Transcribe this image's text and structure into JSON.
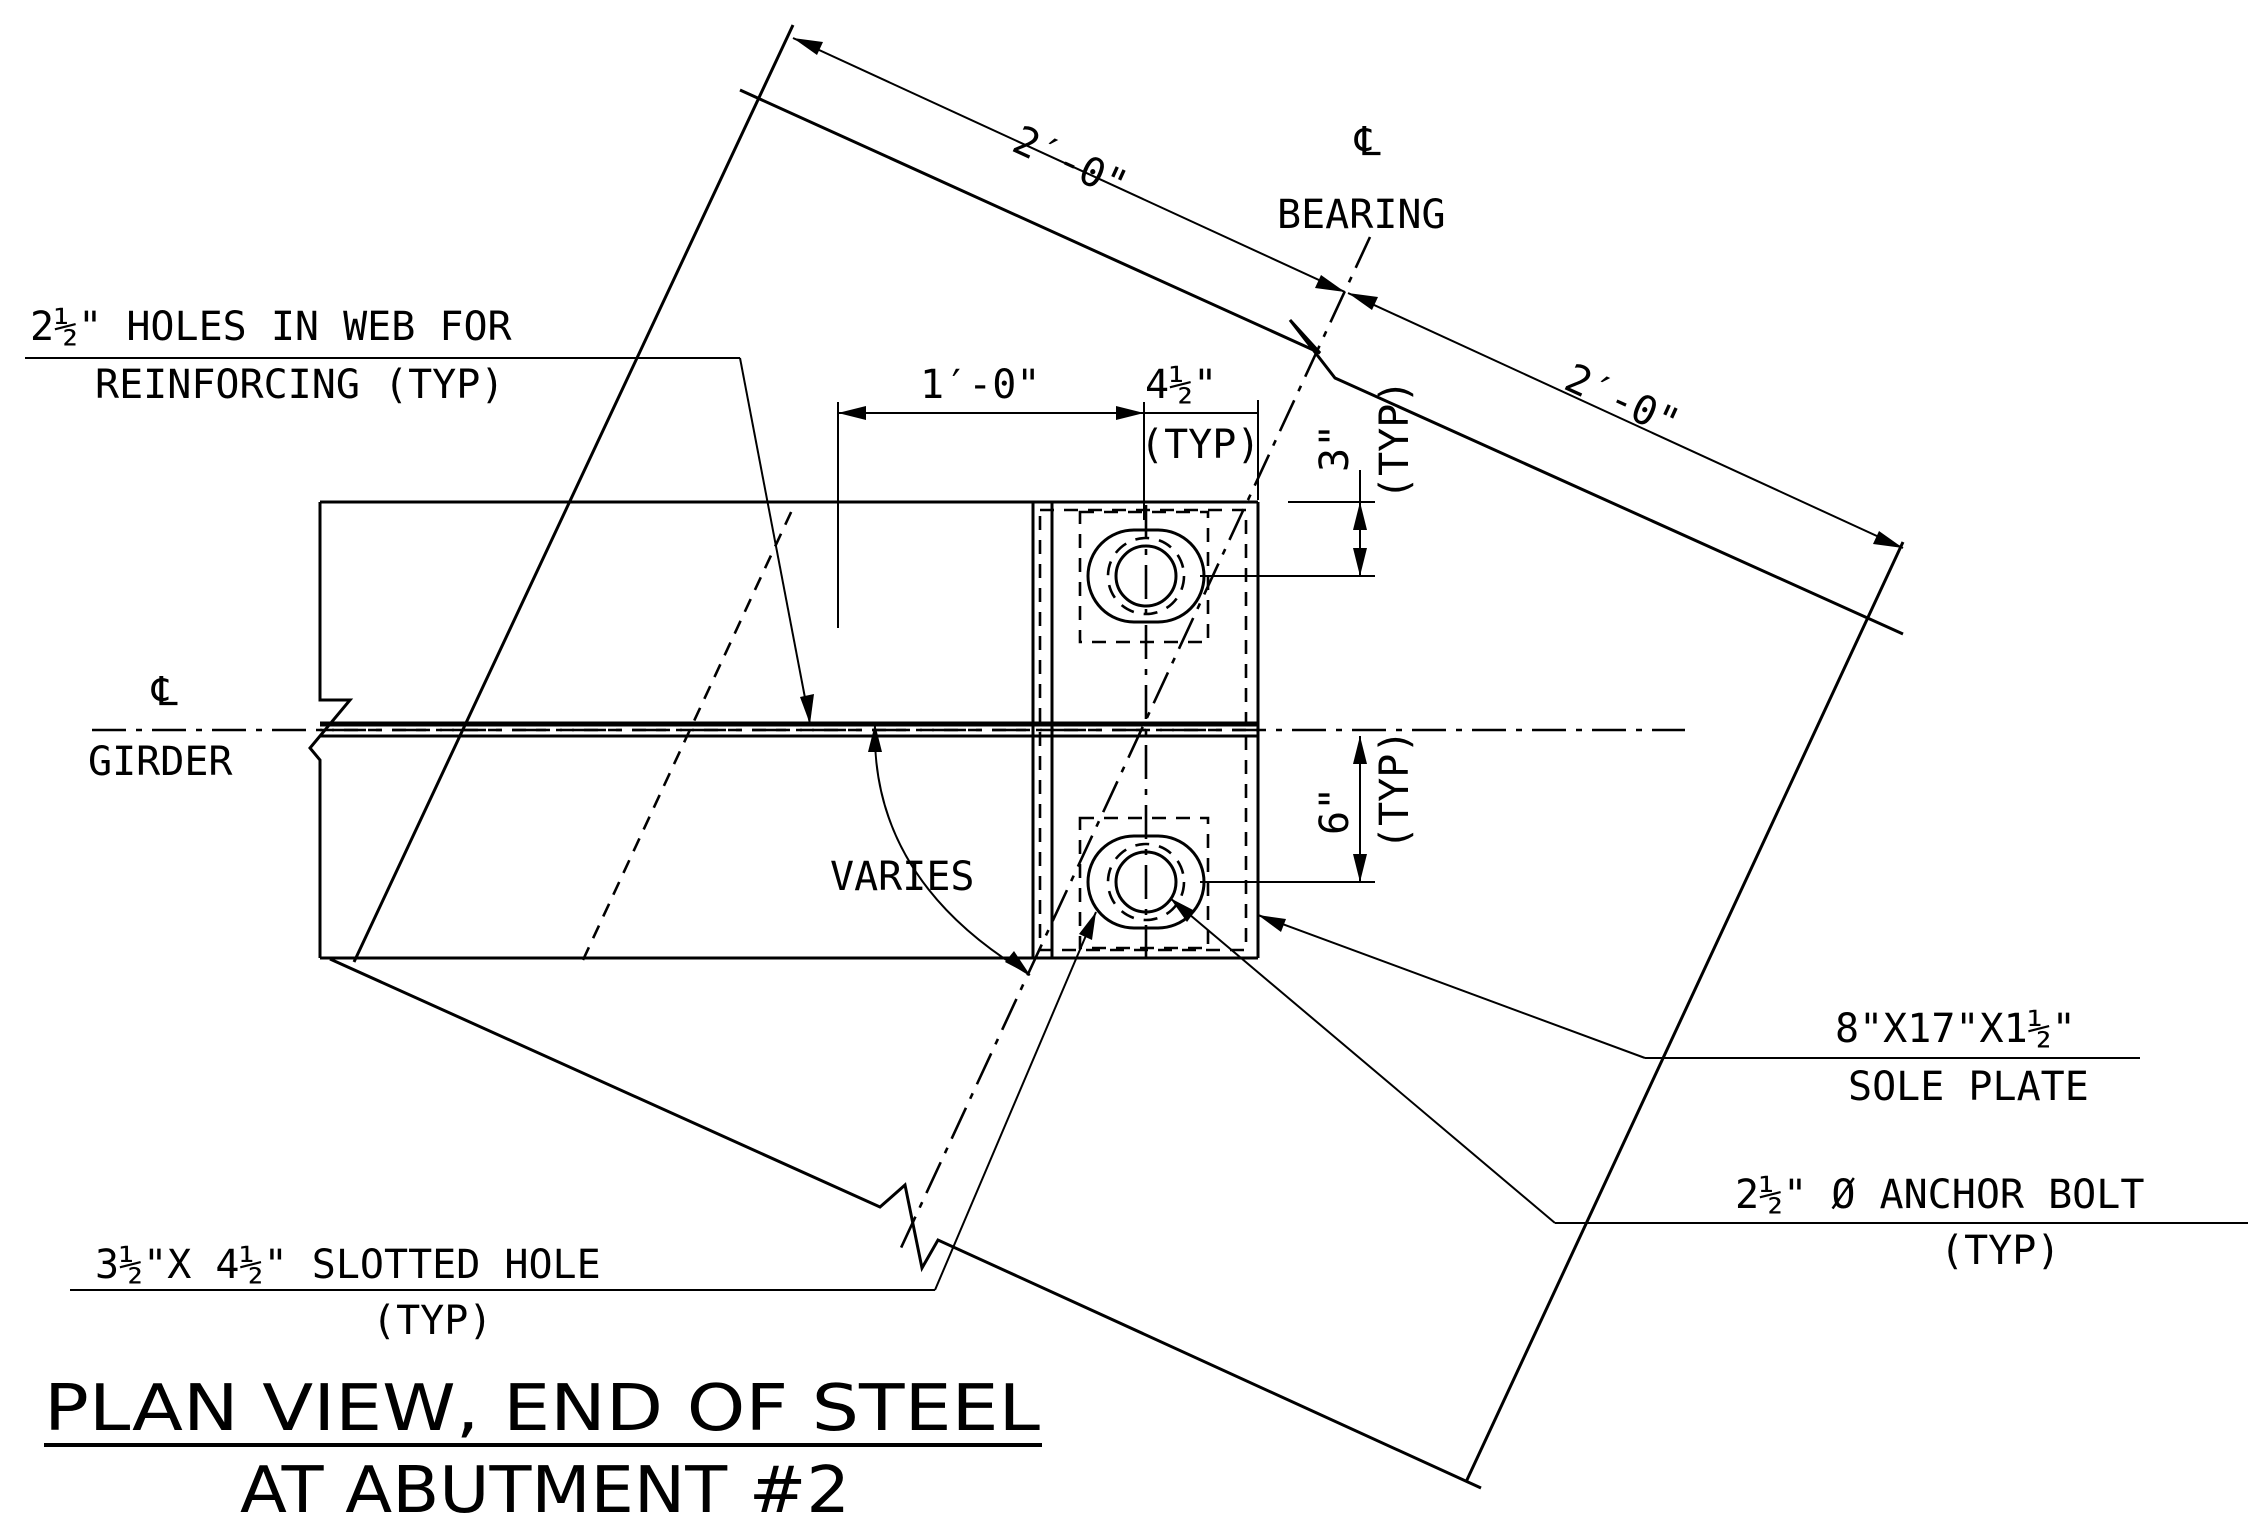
{
  "dimensions": {
    "slab_top_width": "2′-0\"",
    "slab_bottom_width": "2′-0\"",
    "bolt_to_cl_bearing": "1′-0\"",
    "bolt_offset": "4½\"",
    "bolt_offset_typ": "(TYP)",
    "top_edge": "3\"",
    "top_edge_typ": "(TYP)",
    "web_offset": "6\"",
    "web_offset_typ": "(TYP)"
  },
  "labels": {
    "cl_symbol_bearing": "℄",
    "cl_bearing": "BEARING",
    "cl_symbol_girder": "℄",
    "cl_girder": "GIRDER",
    "holes_line1": "2½\" HOLES IN WEB FOR",
    "holes_line2": "REINFORCING (TYP)",
    "varies": "VARIES",
    "sole_plate_line1": "8\"X17\"X1½\"",
    "sole_plate_line2": "SOLE PLATE",
    "anchor_bolt_line1": "2½\" Ø ANCHOR BOLT",
    "anchor_bolt_line2": "(TYP)",
    "slotted_line1": "3½\"X 4½\" SLOTTED HOLE",
    "slotted_line2": "(TYP)"
  },
  "title": {
    "line1": "PLAN VIEW, END OF STEEL",
    "line2": "AT ABUTMENT #2"
  }
}
